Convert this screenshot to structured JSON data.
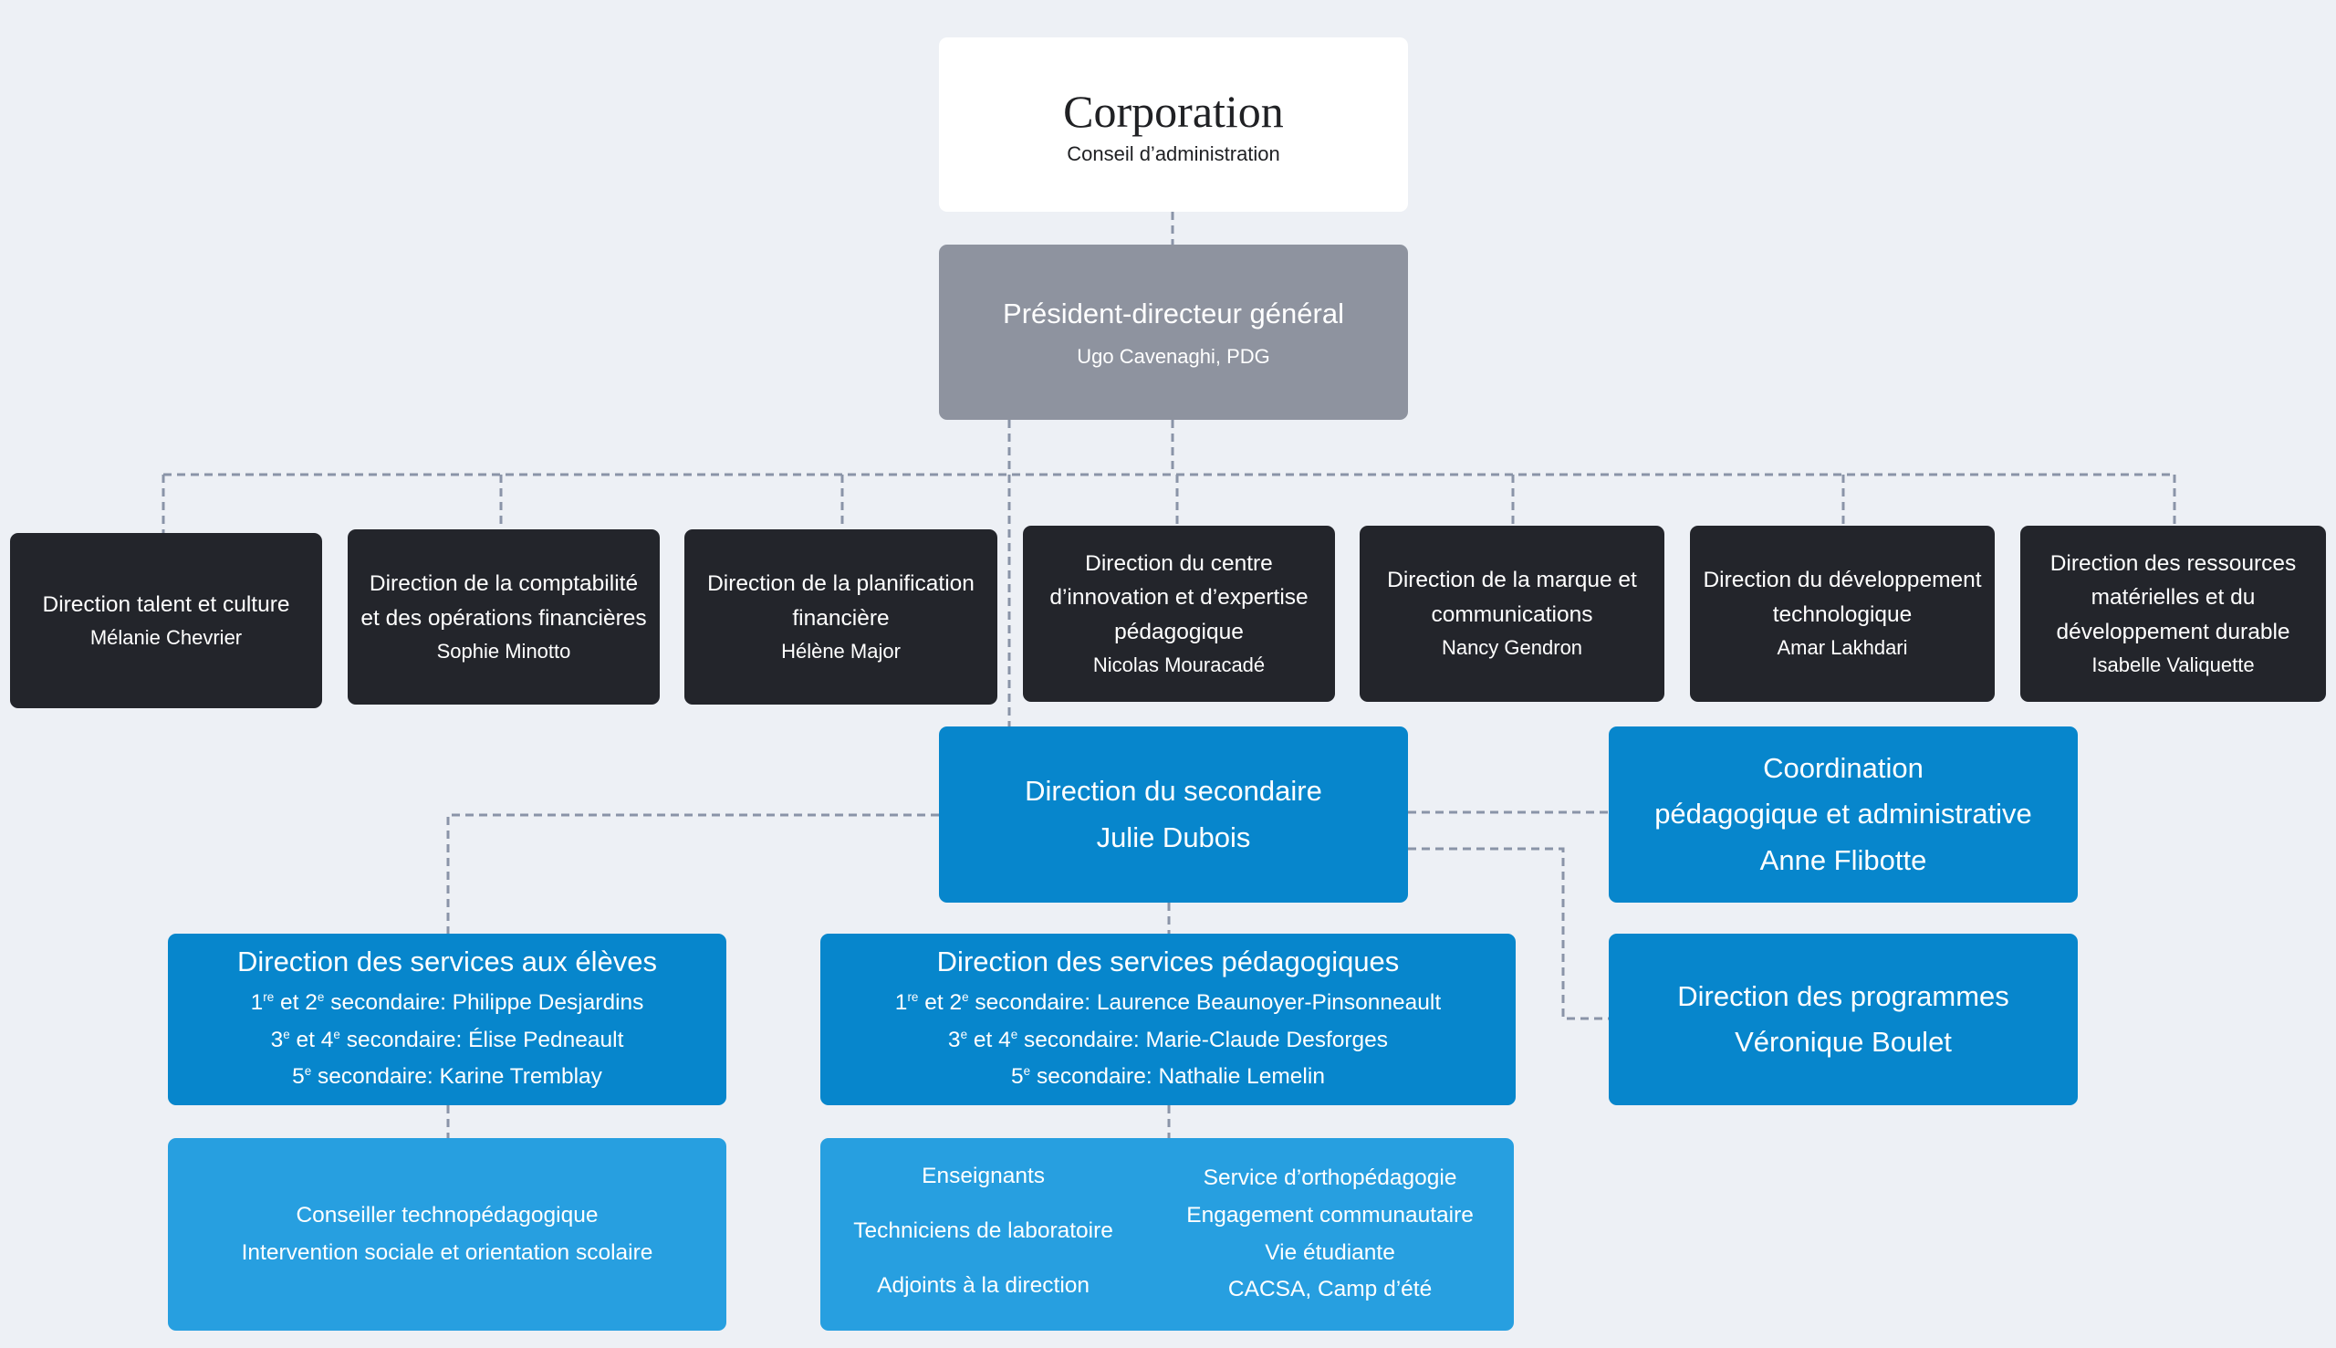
{
  "colors": {
    "background": "#edf0f5",
    "root": "#ffffff",
    "ceo": "#8e939f",
    "directions": "#23252b",
    "secondary": "#0786cc",
    "services": "#279fe0",
    "connector": "#8a94a8"
  },
  "root": {
    "title": "Corporation",
    "subtitle": "Conseil d’administration"
  },
  "ceo": {
    "title": "Président-directeur général",
    "person": "Ugo Cavenaghi, PDG"
  },
  "directions": [
    {
      "lines": [
        "Direction talent et culture"
      ],
      "person": "Mélanie Chevrier"
    },
    {
      "lines": [
        "Direction de la comptabilité",
        "et des opérations financières"
      ],
      "person": "Sophie Minotto"
    },
    {
      "lines": [
        "Direction de la planification",
        "financière"
      ],
      "person": "Hélène Major"
    },
    {
      "lines": [
        "Direction du centre",
        "d’innovation et d’expertise",
        "pédagogique"
      ],
      "person": "Nicolas Mouracadé"
    },
    {
      "lines": [
        "Direction de la marque et",
        "communications"
      ],
      "person": "Nancy Gendron"
    },
    {
      "lines": [
        "Direction du développement",
        "technologique"
      ],
      "person": "Amar Lakhdari"
    },
    {
      "lines": [
        "Direction des ressources",
        "matérielles et du",
        "développement durable"
      ],
      "person": "Isabelle Valiquette"
    }
  ],
  "secondary": {
    "title": "Direction du secondaire",
    "person": "Julie Dubois"
  },
  "coordination": {
    "lines": [
      "Coordination",
      "pédagogique et administrative"
    ],
    "person": "Anne Flibotte"
  },
  "programmes": {
    "title": "Direction des programmes",
    "person": "Véronique Boulet"
  },
  "student_services": {
    "title": "Direction des services aux élèves",
    "lines": [
      {
        "n1": "1",
        "s1": "re",
        "mid": " et 2",
        "s2": "e",
        "rest": " secondaire: Philippe Desjardins"
      },
      {
        "n1": "3",
        "s1": "e",
        "mid": " et 4",
        "s2": "e",
        "rest": " secondaire: Élise Pedneault"
      },
      {
        "n1": "5",
        "s1": "e",
        "mid": "",
        "s2": "",
        "rest": " secondaire: Karine Tremblay"
      }
    ]
  },
  "ped_services": {
    "title": "Direction des services pédagogiques",
    "lines": [
      {
        "n1": "1",
        "s1": "re",
        "mid": " et 2",
        "s2": "e",
        "rest": " secondaire: Laurence Beaunoyer-Pinsonneault"
      },
      {
        "n1": "3",
        "s1": "e",
        "mid": " et 4",
        "s2": "e",
        "rest": " secondaire: Marie-Claude Desforges"
      },
      {
        "n1": "5",
        "s1": "e",
        "mid": "",
        "s2": "",
        "rest": " secondaire: Nathalie Lemelin"
      }
    ]
  },
  "student_staff": {
    "items": [
      "Conseiller technopédagogique",
      "Intervention sociale et orientation scolaire"
    ]
  },
  "ped_staff": {
    "left": [
      "Enseignants",
      "Techniciens de laboratoire",
      "Adjoints à la direction"
    ],
    "right": [
      "Service d’orthopédagogie",
      "Engagement communautaire",
      "Vie étudiante",
      "CACSA, Camp d’été"
    ]
  }
}
